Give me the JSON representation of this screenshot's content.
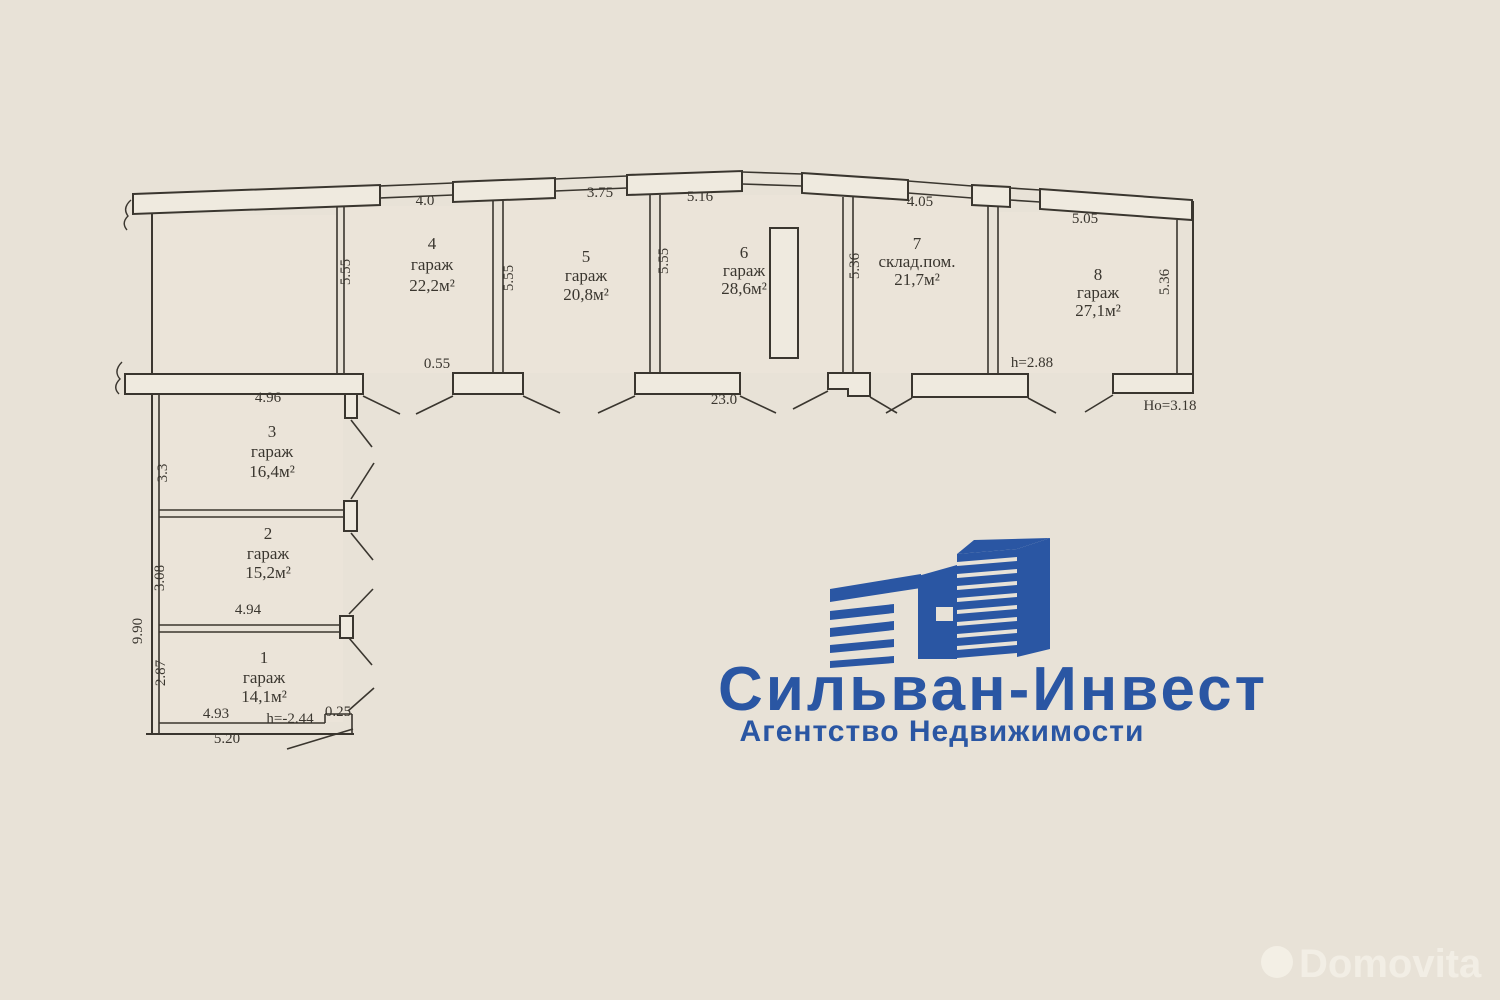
{
  "palette": {
    "background": "#e8e2d7",
    "ink": "#3a362f",
    "pier_fill": "#efeadf",
    "room_fill": "#ece6da",
    "logo_blue": "#2a56a3",
    "watermark": "#f6f2e9"
  },
  "plan": {
    "rooms": [
      {
        "number": "1",
        "label": "гараж",
        "area": "14,1м²"
      },
      {
        "number": "2",
        "label": "гараж",
        "area": "15,2м²"
      },
      {
        "number": "3",
        "label": "гараж",
        "area": "16,4м²"
      },
      {
        "number": "4",
        "label": "гараж",
        "area": "22,2м²"
      },
      {
        "number": "5",
        "label": "гараж",
        "area": "20,8м²"
      },
      {
        "number": "6",
        "label": "гараж",
        "area": "28,6м²"
      },
      {
        "number": "7",
        "label": "склад.пом.",
        "area": "21,7м²"
      },
      {
        "number": "8",
        "label": "гараж",
        "area": "27,1м²"
      }
    ],
    "dims": {
      "d40": "4.0",
      "d375": "3.75",
      "d516": "5.16",
      "d405": "4.05",
      "d505": "5.05",
      "d555": "5.55",
      "d536": "5.36",
      "d055": "0.55",
      "d230": "23.0",
      "h288": "h=2.88",
      "ho318": "Но=3.18",
      "d496": "4.96",
      "d33": "3.3",
      "d308": "3.08",
      "d990": "9.90",
      "d287": "2.87",
      "d494": "4.94",
      "d493": "4.93",
      "hm244": "h=-2.44",
      "d025": "0.25",
      "d520": "5.20"
    }
  },
  "logo": {
    "title": "Сильван-Инвест",
    "subtitle": "Агентство Недвижимости"
  },
  "watermark": {
    "text": "Domovita"
  }
}
